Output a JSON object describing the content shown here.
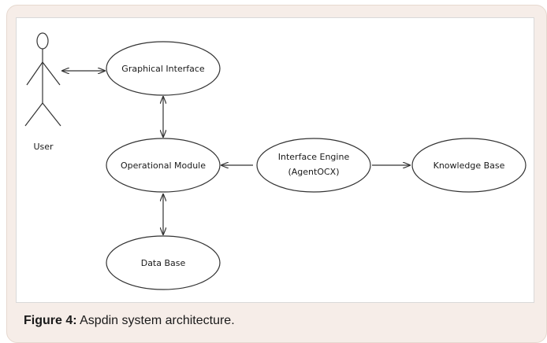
{
  "diagram": {
    "actor": {
      "label": "User"
    },
    "nodes": {
      "graphical_interface": "Graphical Interface",
      "operational_module": "Operational Module",
      "interface_engine_line1": "Interface Engine",
      "interface_engine_line2": "(AgentOCX)",
      "knowledge_base": "Knowledge Base",
      "data_base": "Data Base"
    },
    "colors": {
      "panel_background": "#f6ede8",
      "stroke": "#333333"
    }
  },
  "caption": {
    "label": "Figure 4:",
    "text": " Aspdin system architecture."
  }
}
